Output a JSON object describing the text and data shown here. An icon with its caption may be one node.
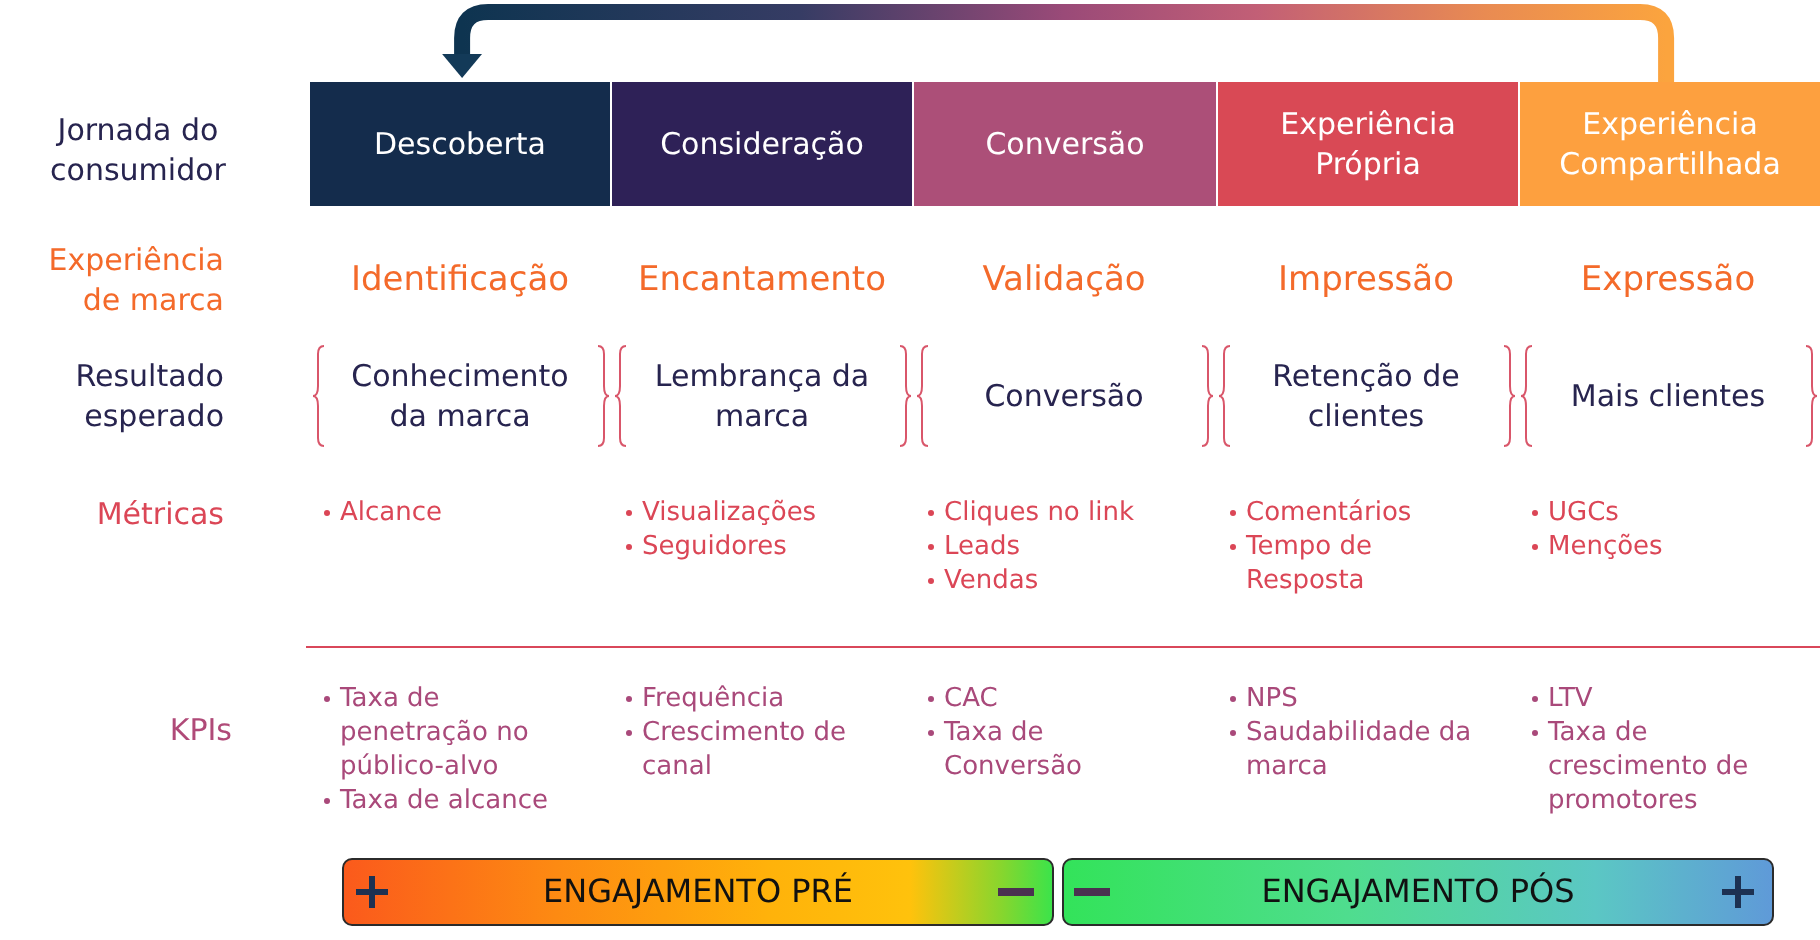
{
  "diagram": {
    "nodes": [
      {
        "text": [
          "Descoberta"
        ]
      },
      {
        "text": [
          "Consideração"
        ]
      },
      {
        "text": [
          "Conversão"
        ]
      },
      {
        "text": [
          "Experiência Própria"
        ]
      },
      {
        "text": [
          "Experiência Compartilhada"
        ]
      },
      {
        "text": [
          "ENGAJAMENTO PRÉ"
        ]
      },
      {
        "text": [
          "ENGAJAMENTO PÓS"
        ]
      }
    ],
    "edges": [
      {
        "from": 4,
        "to": 0,
        "arrow": "to"
      }
    ],
    "labels": [
      "Jornada do consumidor",
      "Experiência de marca",
      "Identificação",
      "Encantamento",
      "Validação",
      "Impressão",
      "Expressão",
      "Resultado esperado",
      "Conhecimento da marca",
      "Lembrança da marca",
      "Conversão",
      "Retenção de clientes",
      "Mais clientes",
      "Métricas",
      "Alcance",
      "Visualizações",
      "Seguidores",
      "Cliques no link",
      "Leads",
      "Vendas",
      "Comentários",
      "Tempo de Resposta",
      "UGCs",
      "Menções",
      "KPIs",
      "Taxa de penetração no público-alvo",
      "Taxa de alcance",
      "Frequência",
      "Crescimento de canal",
      "CAC",
      "Taxa de Conversão",
      "NPS",
      "Saudabilidade da marca",
      "LTV",
      "Taxa de crescimento de promotores"
    ]
  }
}
